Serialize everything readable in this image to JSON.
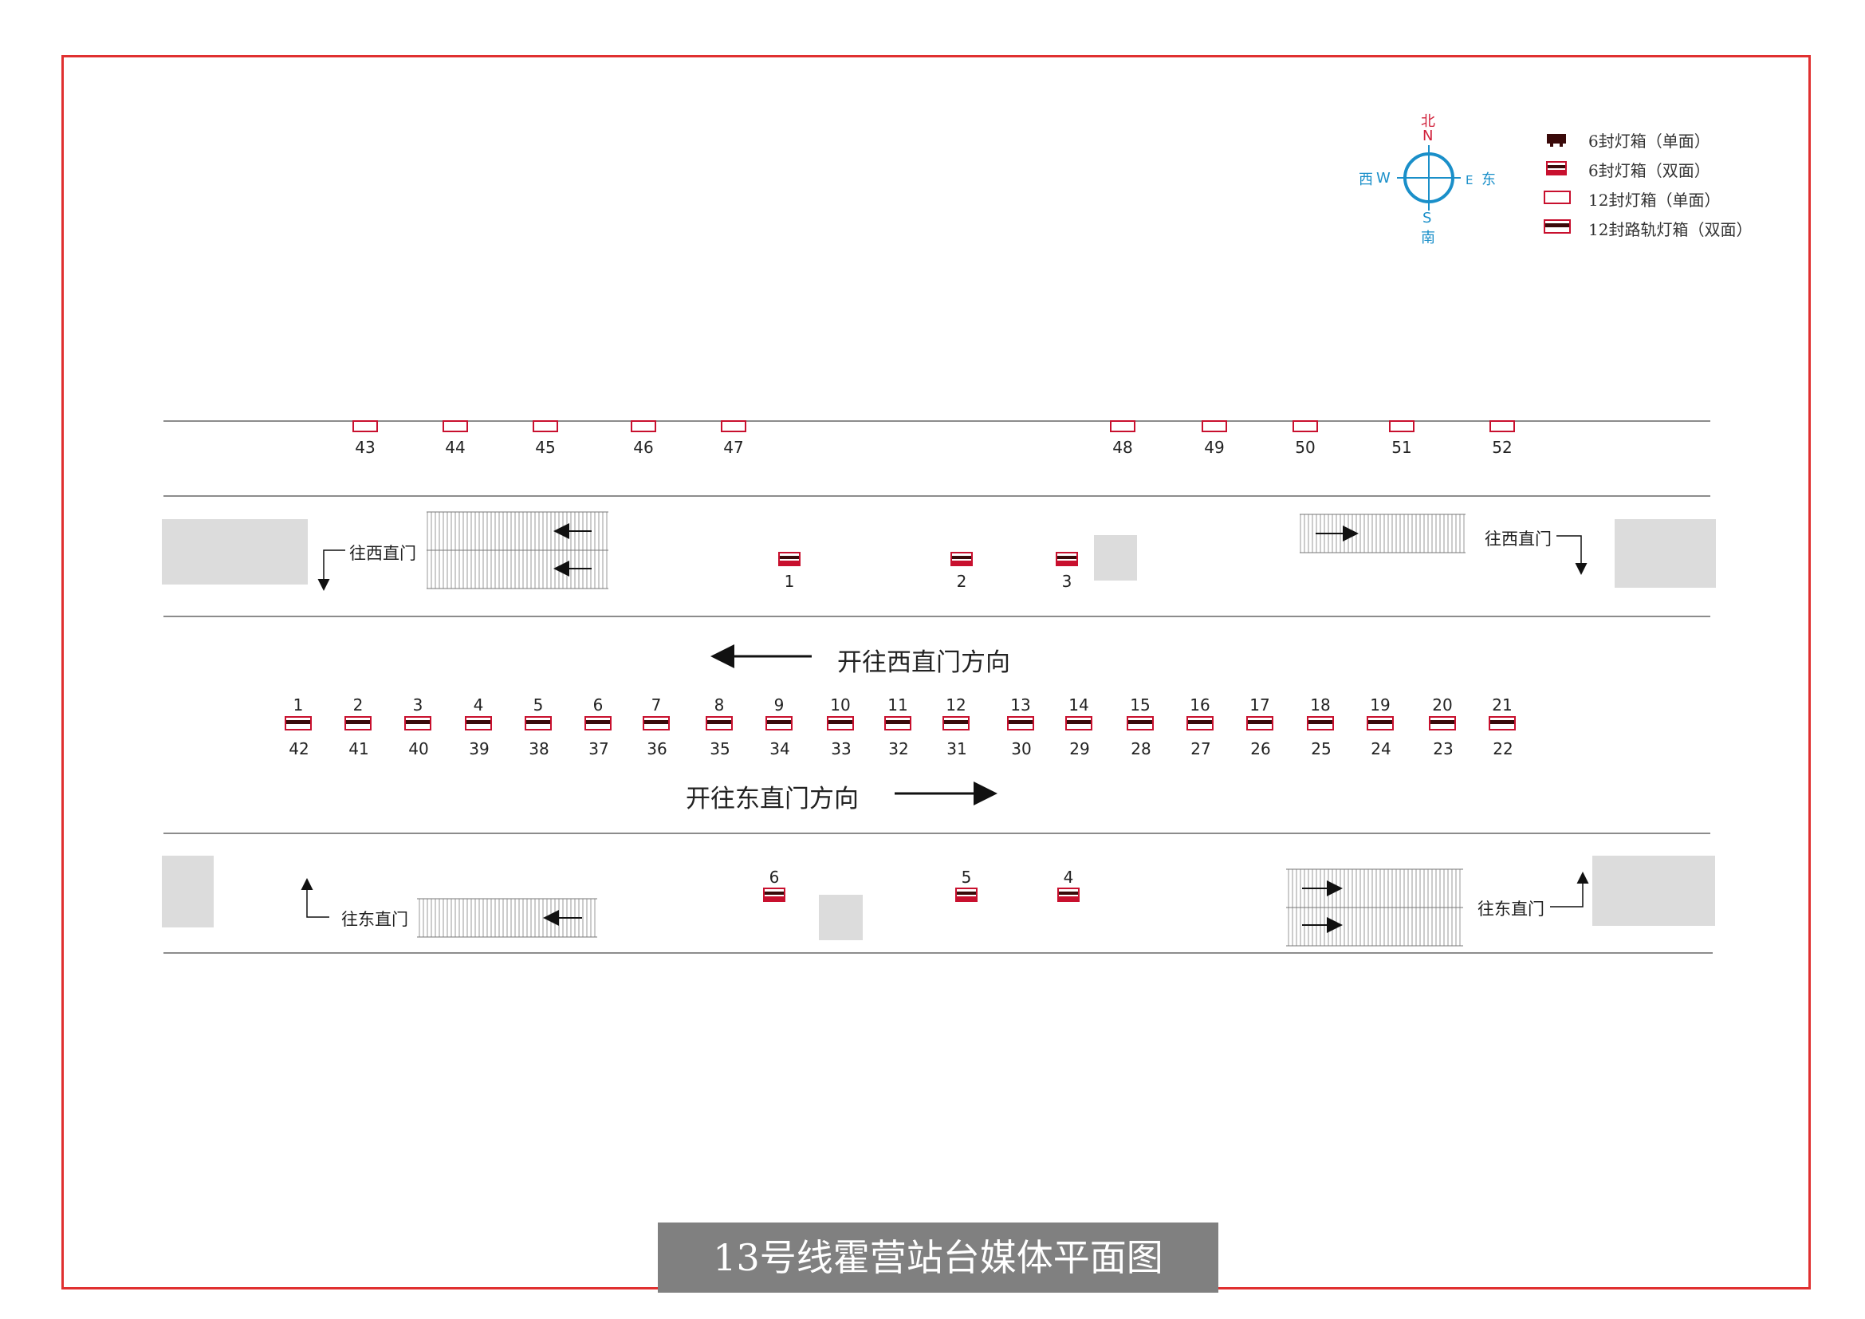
{
  "title": "13号线霍营站台媒体平面图",
  "colors": {
    "frame": "#e03030",
    "box_red": "#c8102e",
    "box_dark": "#3a0a0a",
    "compass": "#1a8fc9",
    "compass_red": "#d0203a",
    "block": "#dcdcdc",
    "line": "#555555"
  },
  "compass": {
    "north_cn": "北",
    "north_en": "N",
    "south_cn": "南",
    "south_en": "S",
    "west_cn": "西",
    "west_en": "W",
    "east_cn": "东",
    "east_en": "E"
  },
  "legend": [
    {
      "icon": "lightbox-6-single-icon",
      "label": "6封灯箱（单面）"
    },
    {
      "icon": "lightbox-6-double-icon",
      "label": "6封灯箱（双面）"
    },
    {
      "icon": "lightbox-12-single-icon",
      "label": "12封灯箱（单面）"
    },
    {
      "icon": "track-lightbox-12-double-icon",
      "label": "12封路轨灯箱（双面）"
    }
  ],
  "directions": {
    "westbound": "开往西直门方向",
    "eastbound": "开往东直门方向"
  },
  "exits": {
    "to_xizhimen": "往西直门",
    "to_dongzhimen": "往东直门"
  },
  "north_wall_boxes": [
    "43",
    "44",
    "45",
    "46",
    "47",
    "48",
    "49",
    "50",
    "51",
    "52"
  ],
  "north_concourse_boxes": [
    "1",
    "2",
    "3"
  ],
  "south_concourse_boxes": [
    "6",
    "5",
    "4"
  ],
  "track_boxes_top": [
    "1",
    "2",
    "3",
    "4",
    "5",
    "6",
    "7",
    "8",
    "9",
    "10",
    "11",
    "12",
    "13",
    "14",
    "15",
    "16",
    "17",
    "18",
    "19",
    "20",
    "21"
  ],
  "track_boxes_bottom": [
    "42",
    "41",
    "40",
    "39",
    "38",
    "37",
    "36",
    "35",
    "34",
    "33",
    "32",
    "31",
    "30",
    "29",
    "28",
    "27",
    "26",
    "25",
    "24",
    "23",
    "22"
  ]
}
